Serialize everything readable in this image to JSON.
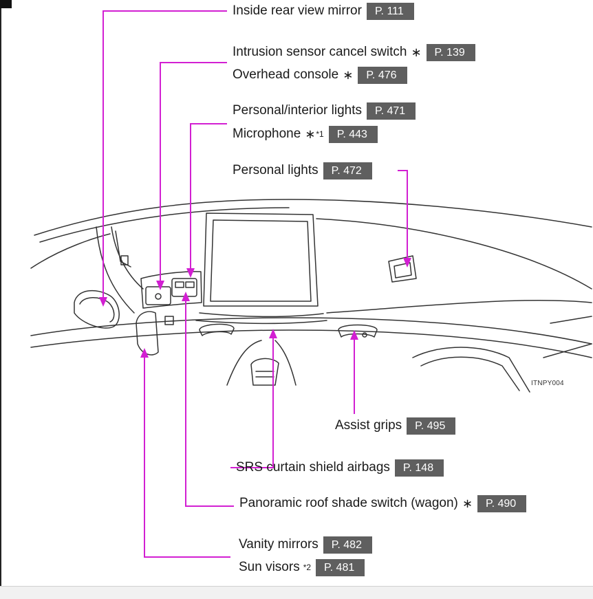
{
  "labels": {
    "inside_mirror": {
      "text": "Inside rear view mirror",
      "page": "P. 111"
    },
    "intrusion_sensor": {
      "text": "Intrusion sensor cancel switch",
      "star": "∗",
      "page": "P. 139"
    },
    "overhead_console": {
      "text": "Overhead console",
      "star": "∗",
      "page": "P. 476"
    },
    "personal_interior": {
      "text": "Personal/interior lights",
      "page": "P. 471"
    },
    "microphone": {
      "text": "Microphone",
      "star": "∗",
      "sup": "*1",
      "page": "P. 443"
    },
    "personal_lights": {
      "text": "Personal lights",
      "page": "P. 472"
    },
    "assist_grips": {
      "text": "Assist grips",
      "page": "P. 495"
    },
    "srs_airbags": {
      "text": "SRS curtain shield airbags",
      "page": "P. 148"
    },
    "panoramic_switch": {
      "text": "Panoramic roof shade switch (wagon)",
      "star": "∗",
      "page": "P. 490"
    },
    "vanity_mirrors": {
      "text": "Vanity mirrors",
      "page": "P. 482"
    },
    "sun_visors": {
      "text": "Sun visors",
      "sup": "*2",
      "page": "P. 481"
    }
  },
  "illustration_code": "ITNPY004",
  "colors": {
    "leader": "#d21fd2",
    "page_badge": "#5f5f5f",
    "drawing": "#333333"
  }
}
